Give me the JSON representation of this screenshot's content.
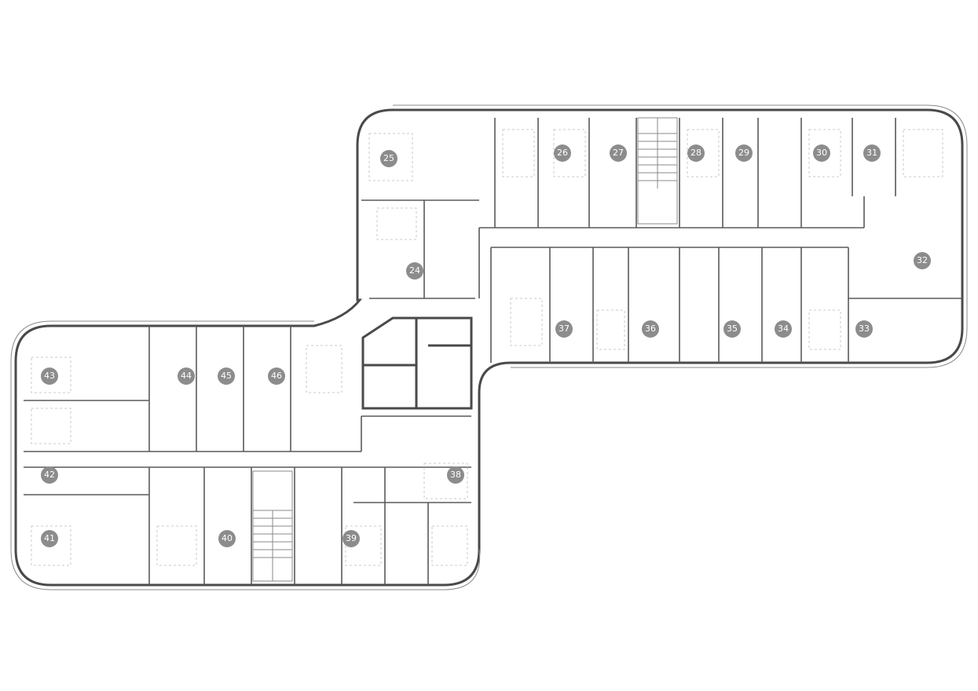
{
  "plan": {
    "colors": {
      "wall": "#4a4a4a",
      "marker": "#8c8c8c",
      "marker_text": "#ffffff"
    },
    "units": [
      {
        "label": "25"
      },
      {
        "label": "26"
      },
      {
        "label": "27"
      },
      {
        "label": "28"
      },
      {
        "label": "29"
      },
      {
        "label": "30"
      },
      {
        "label": "31"
      },
      {
        "label": "24"
      },
      {
        "label": "32"
      },
      {
        "label": "37"
      },
      {
        "label": "36"
      },
      {
        "label": "35"
      },
      {
        "label": "34"
      },
      {
        "label": "33"
      },
      {
        "label": "43"
      },
      {
        "label": "44"
      },
      {
        "label": "45"
      },
      {
        "label": "46"
      },
      {
        "label": "42"
      },
      {
        "label": "38"
      },
      {
        "label": "41"
      },
      {
        "label": "40"
      },
      {
        "label": "39"
      }
    ]
  }
}
